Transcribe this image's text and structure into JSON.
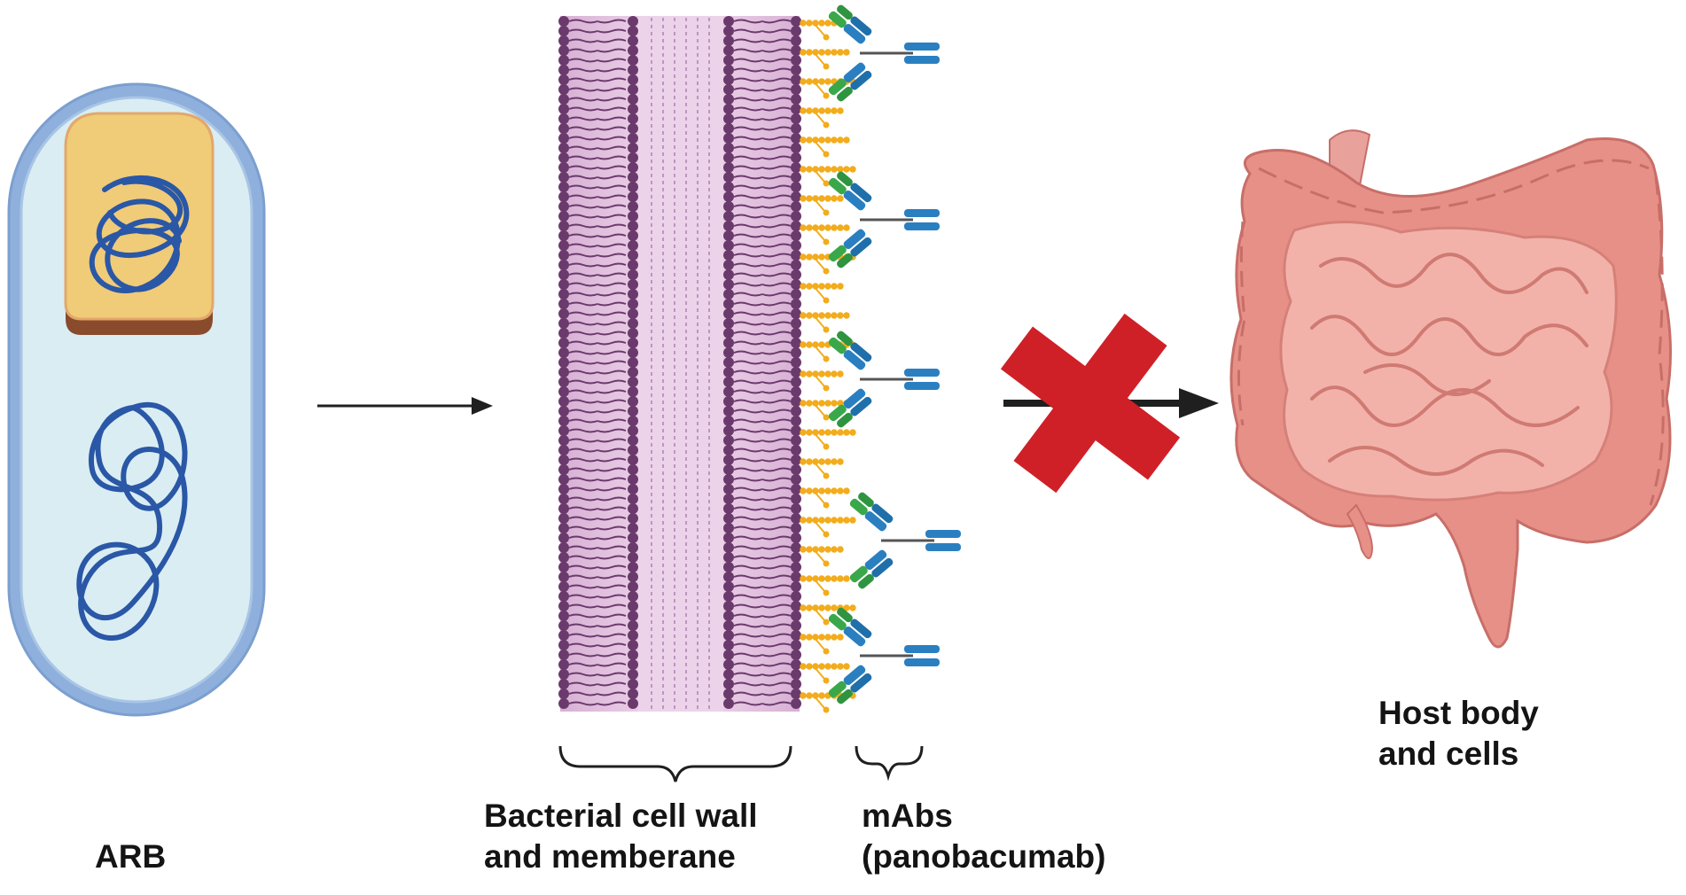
{
  "labels": {
    "arb": "ARB",
    "cell_wall_line1": "Bacterial cell wall",
    "cell_wall_line2": "and memberane",
    "mabs_line1": "mAbs",
    "mabs_line2": "(panobacumab)",
    "host_line1": "Host body",
    "host_line2": "and cells"
  },
  "colors": {
    "capsule_outer": "#8fb0dc",
    "capsule_inner": "#d9edf3",
    "dna": "#2a57a6",
    "nucleoid": "#f0cb78",
    "membrane_dark": "#6b3a6c",
    "membrane_light": "#e9cbe4",
    "glycan": "#f2ac1c",
    "antibody_blue": "#2a7fc0",
    "antibody_green": "#3aa84a",
    "block_x": "#cf2027",
    "intestine": "#e79088",
    "intestine_dark": "#c86e68",
    "arrow": "#1f1f1f"
  },
  "icons": [
    "bacterium-icon",
    "cell-membrane-icon",
    "antibody-icon",
    "cross-mark-icon",
    "intestine-icon"
  ]
}
